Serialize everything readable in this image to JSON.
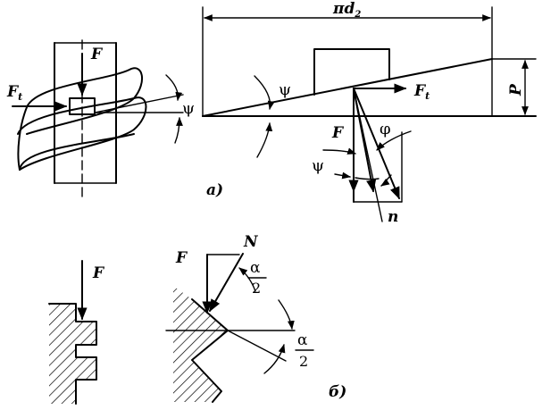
{
  "labels": {
    "force_F": "F",
    "tangential_force": "F",
    "tangential_sub": "t",
    "helix_angle": "ψ",
    "friction_angle": "φ",
    "normal_n": "n",
    "normal_N": "N",
    "circumference": "πd",
    "circumference_sub": "2",
    "pitch": "P",
    "alpha": "α",
    "two": "2",
    "caption_a": "а)",
    "caption_b": "б)"
  }
}
